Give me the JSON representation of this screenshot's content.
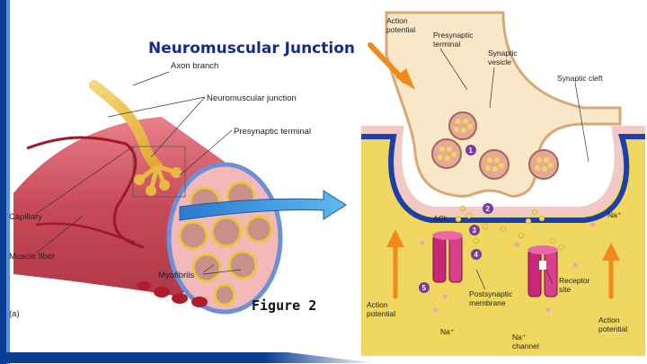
{
  "left_panel": {
    "title": "Neuromuscular Junction",
    "figure_label": "Figure 2",
    "panel_tag": "(a)",
    "labels": {
      "axon_branch": "Axon branch",
      "nmj": "Neuromuscular junction",
      "presynaptic_terminal": "Presynaptic terminal",
      "capillary": "Capillary",
      "muscle_fiber": "Muscle fiber",
      "myofibrils": "Myofibrils"
    }
  },
  "right_panel": {
    "labels": {
      "action_potential_top_1": "Action",
      "action_potential_top_2": "potential",
      "presynaptic_1": "Presynaptic",
      "presynaptic_2": "terminal",
      "synaptic_vesicle_1": "Synaptic",
      "synaptic_vesicle_2": "vesicle",
      "synaptic_cleft": "Synaptic cleft",
      "ach": "ACh",
      "na_plus_top": "Na⁺",
      "receptor_1": "Receptor",
      "receptor_2": "site",
      "postsynaptic_1": "Postsynaptic",
      "postsynaptic_2": "membrane",
      "action_potential_left_1": "Action",
      "action_potential_left_2": "potential",
      "action_potential_right_1": "Action",
      "action_potential_right_2": "potential",
      "na_plus_bottom": "Na⁺",
      "na_channel_1": "Na⁺",
      "na_channel_2": "channel"
    },
    "steps": [
      "1",
      "2",
      "3",
      "4",
      "5"
    ]
  },
  "colors": {
    "title": "#1a2a8a",
    "muscle": "#c8505a",
    "axon": "#e8b840",
    "membrane_blue": "#1f3fa8",
    "cleft": "#f3c9c6",
    "muscle_cell": "#f0d860",
    "step_circle": "#7a3aa0",
    "arrow_orange": "#f08a1a",
    "channel": "#c8287a"
  }
}
